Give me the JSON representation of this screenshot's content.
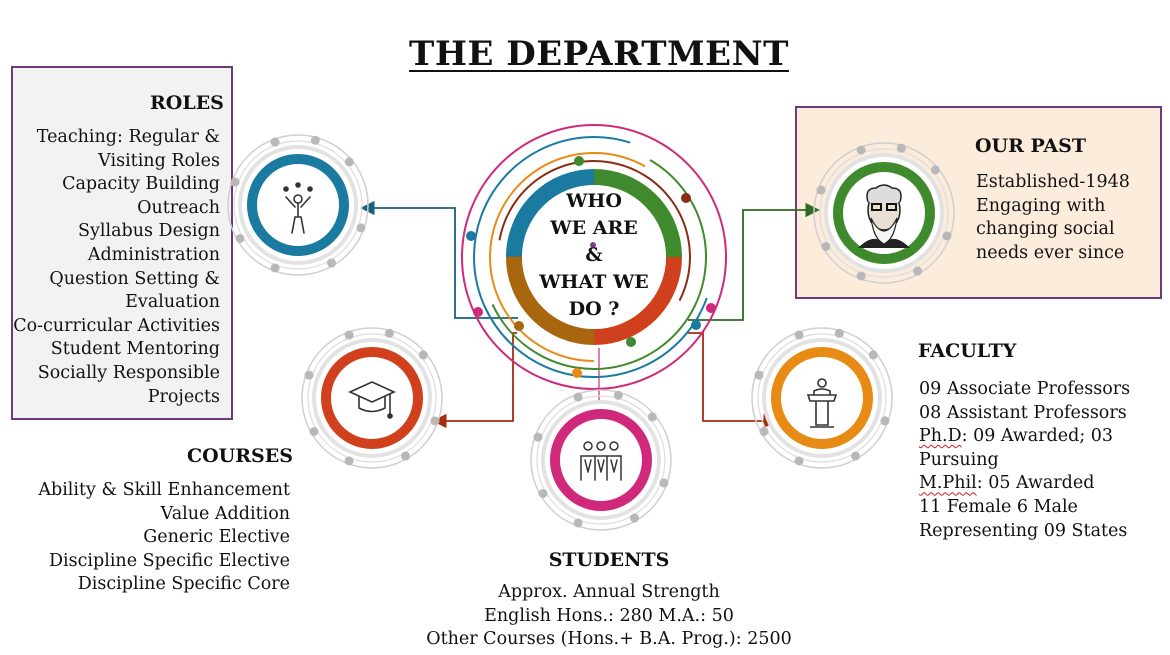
{
  "title": "THE DEPARTMENT",
  "center": {
    "lines": [
      "WHO",
      "WE ARE",
      "&",
      "WHAT  WE",
      "DO ?"
    ]
  },
  "roles": {
    "heading": "ROLES",
    "items": [
      "Teaching: Regular &",
      "Visiting Roles",
      "Capacity Building",
      "Outreach",
      "Syllabus Design",
      "Administration",
      "Question Setting &",
      "Evaluation",
      "Co-curricular Activities",
      "Student Mentoring",
      "Socially Responsible",
      "Projects"
    ],
    "icon": "juggler-icon"
  },
  "past": {
    "heading": "OUR PAST",
    "lines": [
      "Established-1948",
      "Engaging with",
      "changing social",
      "needs ever since"
    ],
    "icon": "founder-portrait"
  },
  "courses": {
    "heading": "COURSES",
    "items": [
      "Ability & Skill Enhancement",
      "Value Addition",
      "Generic Elective",
      "Discipline Specific Elective",
      "Discipline Specific Core"
    ],
    "icon": "graduation-cap-icon"
  },
  "students": {
    "heading": "STUDENTS",
    "lines": [
      "Approx. Annual Strength",
      "English Hons.: 280 M.A.: 50",
      "Other Courses (Hons.+ B.A. Prog.): 2500"
    ],
    "icon": "students-group-icon"
  },
  "faculty": {
    "heading": "FACULTY",
    "assoc": "09  Associate  Professors",
    "asst": "08   Assistant  Professors",
    "phd_label": "Ph.D",
    "phd_rest": ": 09 Awarded; 03",
    "pursuing": "Pursuing",
    "mphil_label": "M.Phil",
    "mphil_rest": ": 05  Awarded",
    "gender": "11  Female    6  Male",
    "states": "Representing 09  States",
    "icon": "lectern-icon"
  },
  "colors": {
    "roles": "#1b7aa0",
    "past": "#3f8a2c",
    "courses": "#d1401c",
    "students": "#d0287a",
    "faculty": "#e88b14",
    "box_border": "#6b3a7a"
  }
}
